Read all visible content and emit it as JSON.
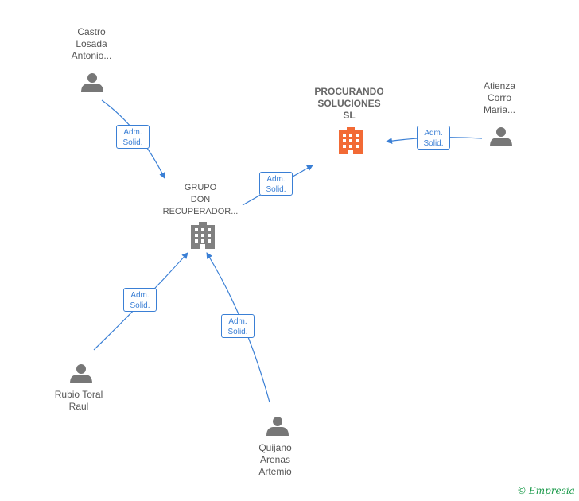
{
  "nodes": {
    "castro": {
      "label": "Castro\nLosada\nAntonio..."
    },
    "procurando": {
      "label": "PROCURANDO\nSOLUCIONES\nSL"
    },
    "atienza": {
      "label": "Atienza\nCorro\nMaria..."
    },
    "grupo": {
      "label": "GRUPO\nDON\nRECUPERADOR..."
    },
    "rubio": {
      "label": "Rubio Toral\nRaul"
    },
    "quijano": {
      "label": "Quijano\nArenas\nArtemio"
    }
  },
  "edges": {
    "castro_grupo": "Adm.\nSolid.",
    "grupo_procurando": "Adm.\nSolid.",
    "atienza_procurando": "Adm.\nSolid.",
    "rubio_grupo": "Adm.\nSolid.",
    "quijano_grupo": "Adm.\nSolid."
  },
  "colors": {
    "edge": "#3a7fd5",
    "person": "#777777",
    "company_main": "#f26a35",
    "company_other": "#808080"
  },
  "icons": {
    "person": "person-icon",
    "company": "building-icon"
  },
  "footer": {
    "copyright": "©",
    "brand": "Empresia"
  }
}
